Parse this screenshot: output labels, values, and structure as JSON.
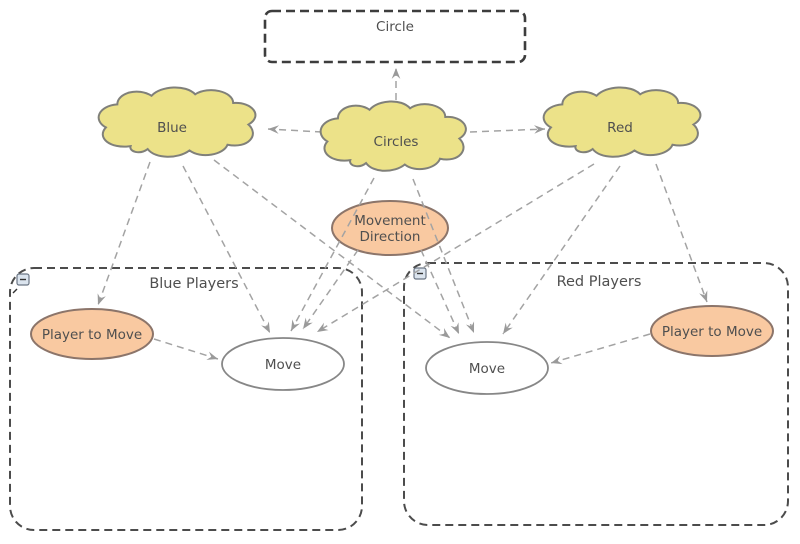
{
  "diagram": {
    "type": "concept-map",
    "background": "#ffffff",
    "colors": {
      "cloud_fill": "#ece289",
      "cloud_stroke": "#80807a",
      "attribute_fill": "#f9c9a1",
      "attribute_stroke": "#8c756a",
      "plain_node_fill": "#ffffff",
      "plain_node_stroke": "#878787",
      "edge": "#a3a3a3",
      "container_stroke": "#4c4c4c",
      "text": "#4f4f4f"
    },
    "nodes": {
      "circle_box": {
        "label": "Circle",
        "shape": "dashed-rectangle"
      },
      "blue_cloud": {
        "label": "Blue",
        "shape": "cloud"
      },
      "circles_cloud": {
        "label": "Circles",
        "shape": "cloud"
      },
      "red_cloud": {
        "label": "Red",
        "shape": "cloud"
      },
      "movement_direction": {
        "label": "Movement Direction",
        "lines": [
          "Movement",
          "Direction"
        ],
        "shape": "ellipse"
      },
      "blue_player_to_move": {
        "label": "Player to Move",
        "shape": "ellipse"
      },
      "blue_move": {
        "label": "Move",
        "shape": "ellipse"
      },
      "red_move": {
        "label": "Move",
        "shape": "ellipse"
      },
      "red_player_to_move": {
        "label": "Player to Move",
        "shape": "ellipse"
      }
    },
    "containers": {
      "blue_players": {
        "label": "Blue Players",
        "collapse_symbol": "-"
      },
      "red_players": {
        "label": "Red Players",
        "collapse_symbol": "-"
      }
    },
    "edges": [
      {
        "from": "circles-cloud",
        "to": "circle-box"
      },
      {
        "from": "circles-cloud",
        "to": "blue-cloud"
      },
      {
        "from": "circles-cloud",
        "to": "red-cloud"
      },
      {
        "from": "blue-cloud",
        "to": "blue-player-to-move"
      },
      {
        "from": "blue-cloud",
        "to": "blue-move"
      },
      {
        "from": "blue-cloud",
        "to": "red-move"
      },
      {
        "from": "circles-cloud",
        "to": "blue-move"
      },
      {
        "from": "circles-cloud",
        "to": "red-move"
      },
      {
        "from": "movement-direction",
        "to": "blue-move"
      },
      {
        "from": "movement-direction",
        "to": "red-move"
      },
      {
        "from": "red-cloud",
        "to": "red-player-to-move"
      },
      {
        "from": "red-cloud",
        "to": "red-move"
      },
      {
        "from": "red-cloud",
        "to": "blue-move"
      },
      {
        "from": "blue-player-to-move",
        "to": "blue-move"
      },
      {
        "from": "red-player-to-move",
        "to": "red-move"
      }
    ]
  }
}
